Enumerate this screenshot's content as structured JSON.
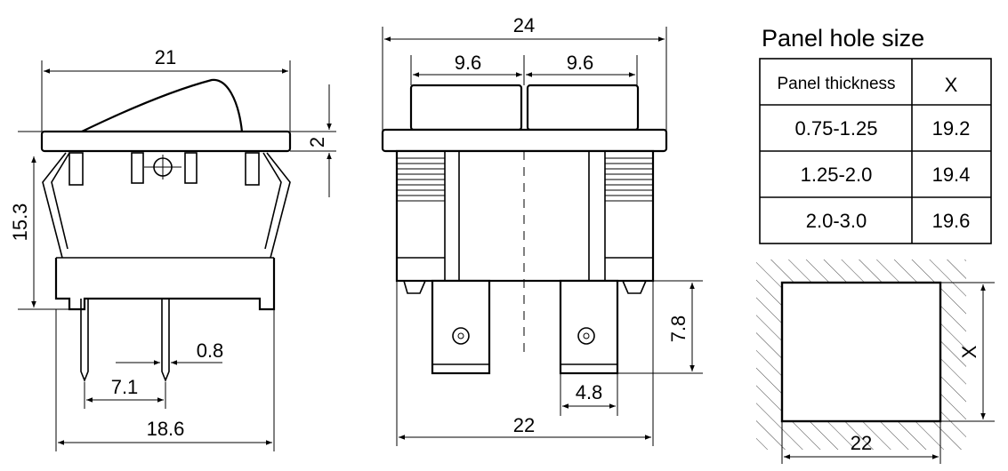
{
  "side_view": {
    "dim_width_top": "21",
    "dim_height": "15.3",
    "dim_flange": "2",
    "dim_pin_width": "0.8",
    "dim_pin_spacing": "7.1",
    "dim_width_bottom": "18.6"
  },
  "front_view": {
    "dim_total_width": "24",
    "dim_left_half": "9.6",
    "dim_right_half": "9.6",
    "dim_terminal_height": "7.8",
    "dim_terminal_width": "4.8",
    "dim_bottom_width": "22"
  },
  "panel_hole": {
    "title": "Panel hole size",
    "table": {
      "headers": [
        "Panel thickness",
        "X"
      ],
      "rows": [
        [
          "0.75-1.25",
          "19.2"
        ],
        [
          "1.25-2.0",
          "19.4"
        ],
        [
          "2.0-3.0",
          "19.6"
        ]
      ]
    },
    "dim_height_label": "X",
    "dim_width_label": "22"
  }
}
